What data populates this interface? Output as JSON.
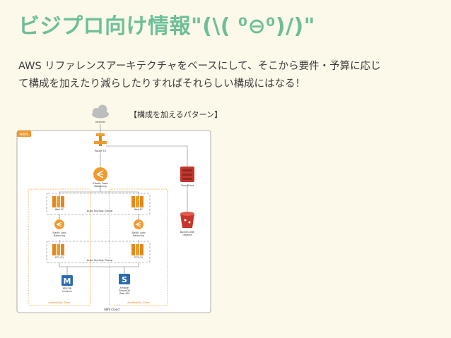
{
  "slide": {
    "title": "ビジプロ向け情報\"(\\( ⁰⊖⁰)/)\"",
    "body_line1": "AWS リファレンスアーキテクチャをベースにして、そこから要件・予算に応じ",
    "body_line2": "て構成を加えたり減らしたりすればそれらしい構成にはなる！",
    "caption": "【構成を加えるパターン】"
  },
  "diagram": {
    "aws_badge": "AWS",
    "internet": "Internet",
    "route53": "Route 53",
    "elb_top": [
      "Elastic Load",
      "Balancing"
    ],
    "cloudfront": "CloudFront",
    "s3_bucket": [
      "Bucket with",
      "Objects"
    ],
    "web_left": "Web EC",
    "web_right": "Web EC",
    "asg_top": "Auto Scaling Group",
    "elb_left": [
      "Elastic Load",
      "Balancing"
    ],
    "elb_right": [
      "Elastic Load",
      "Balancing"
    ],
    "ec2_left": "EC2 (P)",
    "ec2_right": "EC2 (P)",
    "asg_bottom": "Auto Scaling Group",
    "rds_icon": "M",
    "rds": [
      "RDS DB",
      "Instance"
    ],
    "sdb_icon": "S",
    "sdb": [
      "Amazon",
      "SimpleDB",
      "(Non-AZ)"
    ],
    "az_left": "Availability Zone",
    "az_right": "Availability Zone",
    "cloud": "AWS Cloud"
  },
  "colors": {
    "title": "#6dbf9a",
    "aws_orange": "#f29a2e",
    "cloudfront_red": "#c7352b",
    "rds_blue": "#2b6cb0",
    "background": "#fcf8ea"
  }
}
